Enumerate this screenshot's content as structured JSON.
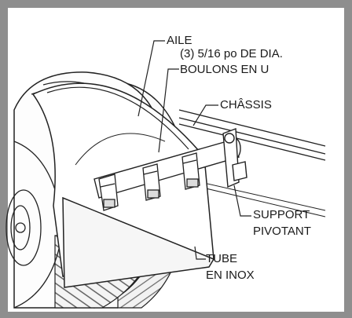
{
  "labels": {
    "fender": "AILE",
    "bolts_line1": "(3) 5/16 po DE DIA.",
    "bolts_line2": "BOULONS EN U",
    "chassis": "CHÂSSIS",
    "support_line1": "SUPPORT",
    "support_line2": "PIVOTANT",
    "tube_line1": "TUBE",
    "tube_line2": "EN INOX"
  },
  "colors": {
    "frame": "#8e8e8e",
    "line": "#222222",
    "tire_shade": "#bdbdbd"
  }
}
